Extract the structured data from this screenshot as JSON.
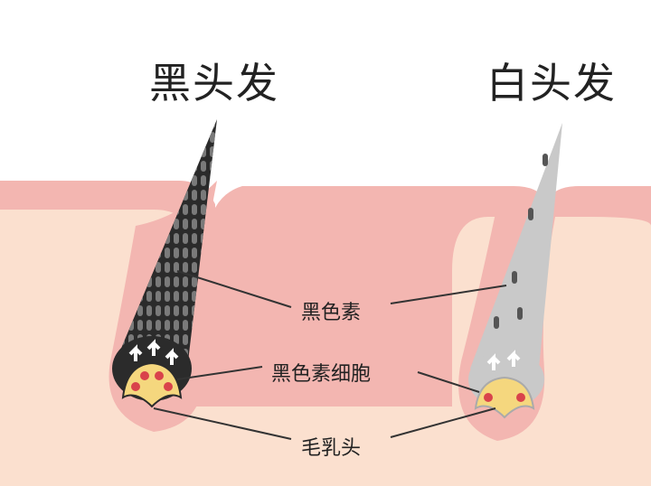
{
  "titles": {
    "black_hair": "黑头发",
    "white_hair": "白头发"
  },
  "labels": {
    "melanin": "黑色素",
    "melanocyte": "黑色素细胞",
    "papilla": "毛乳头"
  },
  "colors": {
    "skin_outer": "#f3b6b1",
    "skin_inner": "#fbe0cf",
    "hair_black": "#2b2b2b",
    "hair_white": "#c9c9c9",
    "pigment_dark": "#555555",
    "papilla_yellow": "#f5d77e",
    "cell_red": "#d9434b",
    "text": "#222222"
  }
}
